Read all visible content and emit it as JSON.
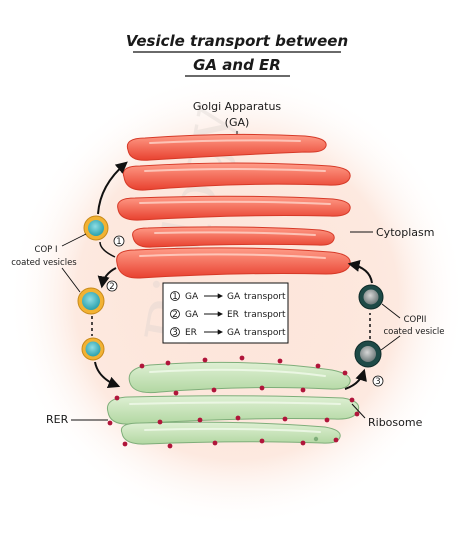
{
  "title": {
    "line1": "Vesicle transport between",
    "line2": "GA and ER"
  },
  "labels": {
    "golgi": "Golgi Apparatus",
    "golgi_abbr": "(GA)",
    "cytoplasm": "Cytoplasm",
    "copi_line1": "COP I",
    "copi_line2": "coated vesicles",
    "copii_line1": "COPII",
    "copii_line2": "coated vesicle",
    "rer": "RER",
    "ribosome": "Ribosome",
    "watermark": "Biology"
  },
  "legend": {
    "items": [
      {
        "num": "1",
        "from": "GA",
        "to": "GA",
        "text": "transport"
      },
      {
        "num": "2",
        "from": "GA",
        "to": "ER",
        "text": "transport"
      },
      {
        "num": "3",
        "from": "ER",
        "to": "GA",
        "text": "transport"
      }
    ]
  },
  "step_markers": {
    "m1": "1",
    "m2": "2",
    "m3": "3"
  },
  "colors": {
    "golgi": "#f05a45",
    "golgi_light": "#ff9d89",
    "er": "#bfe0b0",
    "er_edge": "#7fae7a",
    "ribosome": "#b0153a",
    "vesicle_ring": "#f2b233",
    "vesicle_core": "#2aa1ad",
    "copii_ring": "#1e4a47",
    "background_glow": "#fbd7c6"
  }
}
